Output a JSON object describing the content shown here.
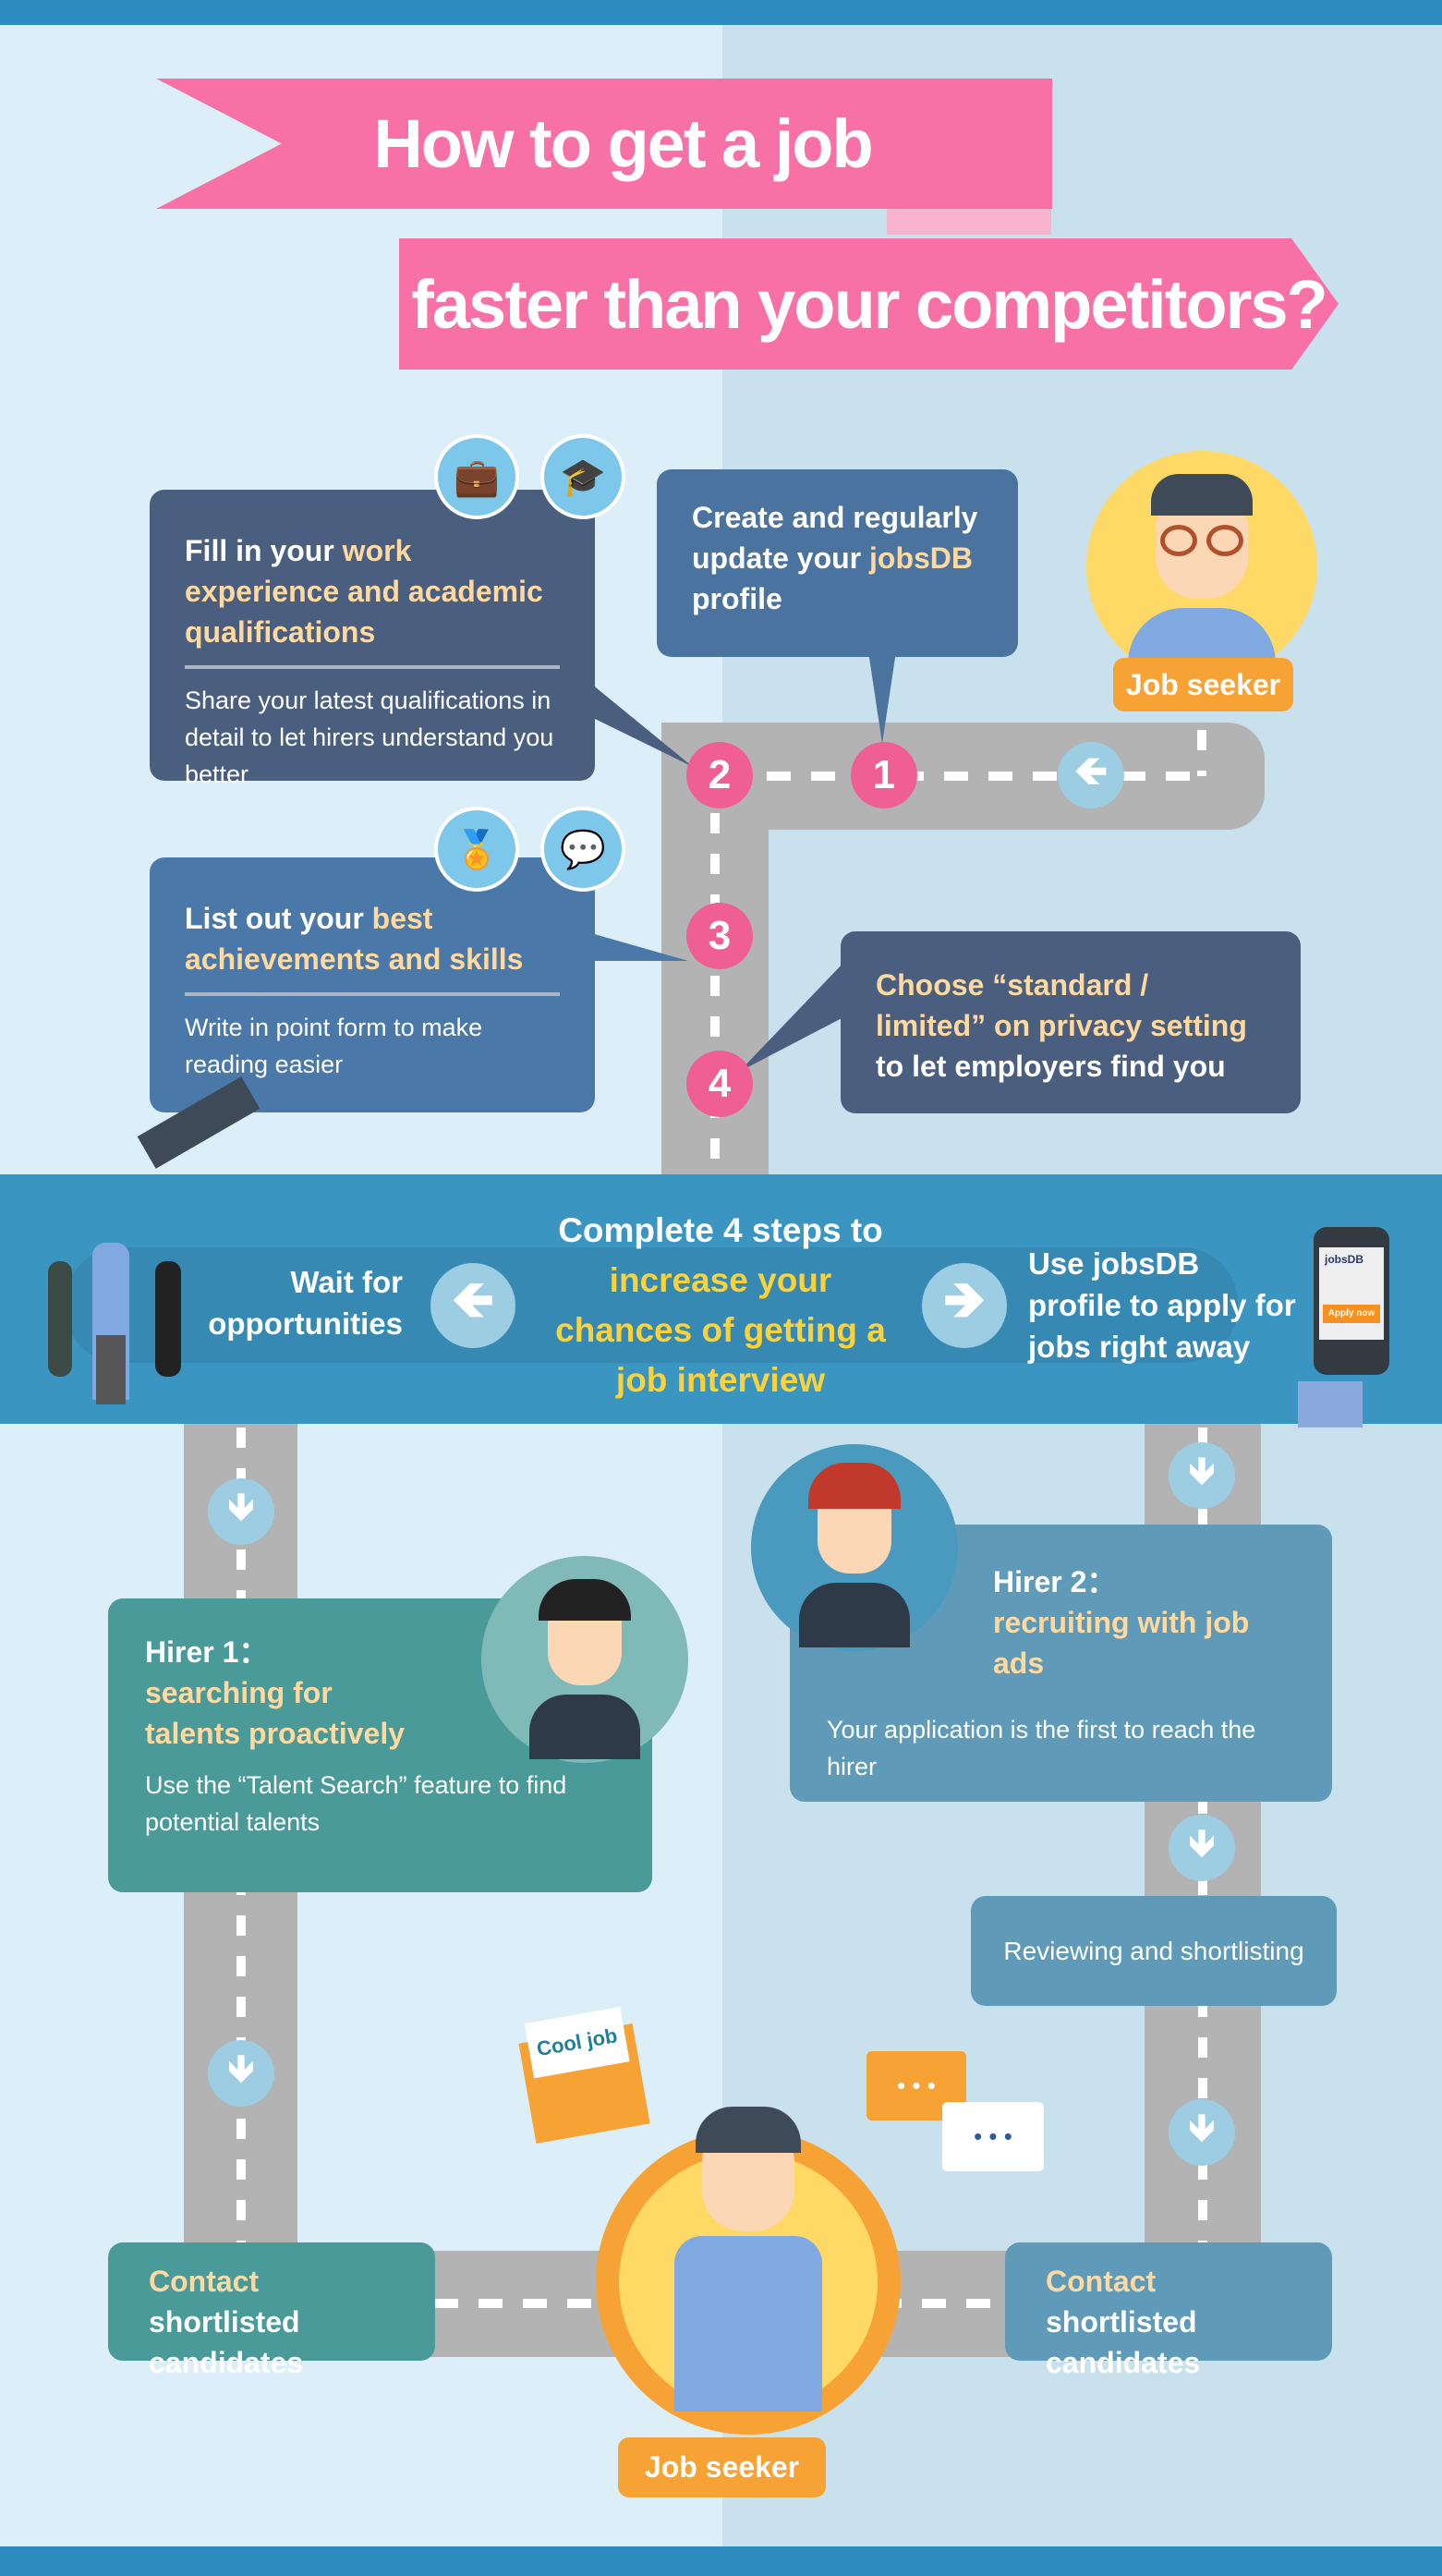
{
  "title": {
    "line1": "How to get a job",
    "line2": "faster than your competitors?"
  },
  "steps": [
    {
      "number": "1",
      "heading_pre": "Create and regularly update your ",
      "heading_hl": "jobsDB",
      "heading_post": " profile"
    },
    {
      "number": "2",
      "heading_pre": "Fill in your ",
      "heading_hl": "work experience and academic qualifications",
      "heading_post": "",
      "body": "Share your latest qualifications in detail to let hirers understand you better",
      "icons": [
        "briefcase-plus-icon",
        "graduation-cap-plus-icon"
      ]
    },
    {
      "number": "3",
      "heading_pre": "List out your ",
      "heading_hl": "best achievements and skills",
      "heading_post": "",
      "body": "Write in point form to make reading easier",
      "icons": [
        "award-plus-icon",
        "chat-plus-icon"
      ]
    },
    {
      "number": "4",
      "heading_pre": "",
      "heading_hl": "Choose “standard / limited” on privacy setting",
      "heading_post": " to let employers find you"
    }
  ],
  "job_seeker_label": "Job seeker",
  "band": {
    "center_white": "Complete 4 steps to",
    "center_yellow": [
      "increase your",
      "chances of getting a",
      "job interview"
    ],
    "left": "Wait for opportunities",
    "right": "Use jobsDB profile to apply for jobs right away",
    "phone_logo": "jobsDB",
    "phone_button": "Apply now"
  },
  "hirer1": {
    "title": "Hirer 1：",
    "subtitle": "searching for talents proactively",
    "body": "Use the “Talent Search” feature to find potential talents"
  },
  "hirer2": {
    "title": "Hirer 2：",
    "subtitle": "recruiting with job ads",
    "body": "Your application is the first to reach the hirer"
  },
  "reviewing": "Reviewing and shortlisting",
  "contact": {
    "hl": "Contact",
    "rest": " shortlisted candidates"
  },
  "envelope": "Cool job",
  "bubble": "• • •",
  "colors": {
    "pink": "#f771a6",
    "road": "#b3b3b3",
    "band": "#3a96c0",
    "orange": "#f7a234",
    "teal": "#4a9a9a"
  }
}
